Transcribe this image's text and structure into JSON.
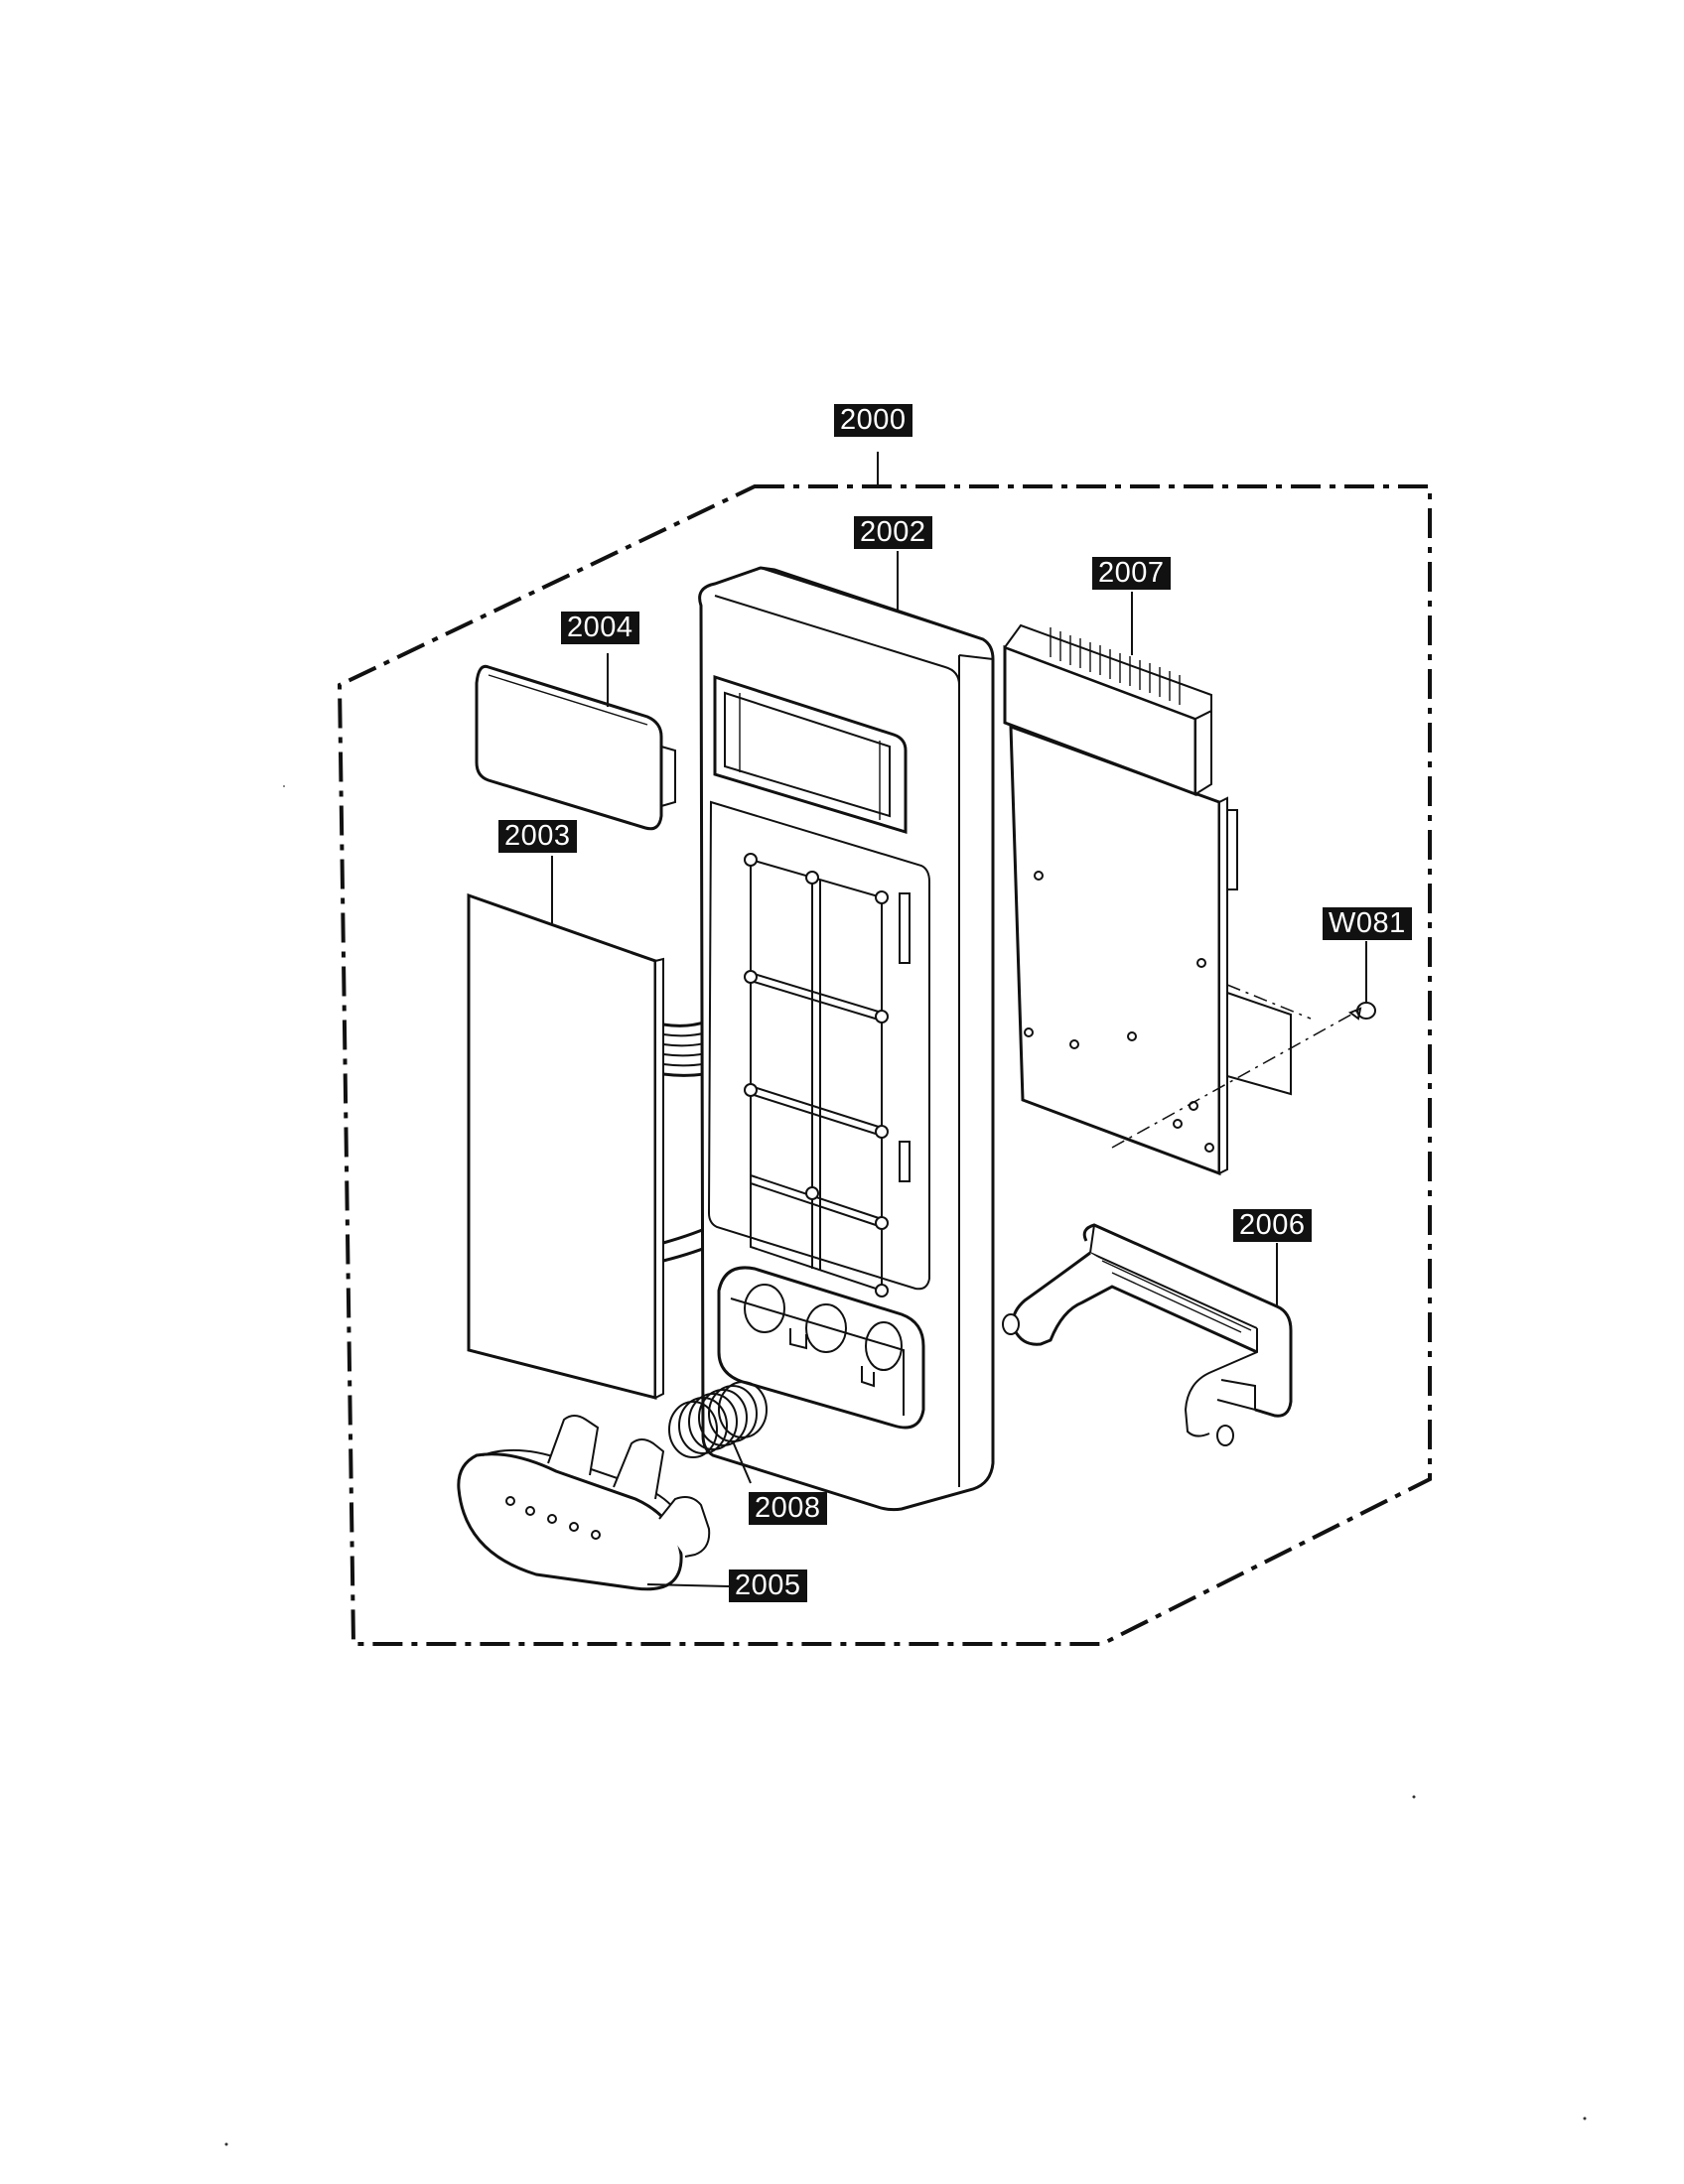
{
  "diagram": {
    "parts": [
      {
        "id": "assembly",
        "label": "2000"
      },
      {
        "id": "control-panel-frame",
        "label": "2002"
      },
      {
        "id": "membrane-keypad",
        "label": "2003"
      },
      {
        "id": "display-window",
        "label": "2004"
      },
      {
        "id": "door-button",
        "label": "2005"
      },
      {
        "id": "door-lever",
        "label": "2006"
      },
      {
        "id": "control-pcb",
        "label": "2007"
      },
      {
        "id": "button-spring",
        "label": "2008"
      },
      {
        "id": "screw",
        "label": "W081"
      }
    ]
  }
}
